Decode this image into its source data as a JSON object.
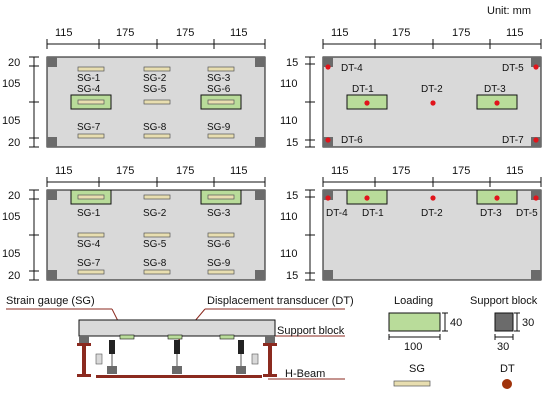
{
  "unit_label": "Unit: mm",
  "top_dims": [
    "115",
    "175",
    "175",
    "115"
  ],
  "left_dims_a": [
    "20",
    "105",
    "105",
    "20"
  ],
  "left_dims_b": [
    "15",
    "110",
    "110",
    "15"
  ],
  "sg_labels": [
    "SG-1",
    "SG-2",
    "SG-3",
    "SG-4",
    "SG-5",
    "SG-6",
    "SG-7",
    "SG-8",
    "SG-9"
  ],
  "dt_labels": [
    "DT-1",
    "DT-2",
    "DT-3",
    "DT-4",
    "DT-5",
    "DT-6",
    "DT-7"
  ],
  "legend": {
    "strain_gauge": "Strain gauge (SG)",
    "displacement_transducer": "Displacement transducer (DT)",
    "support_block": "Support block",
    "h_beam": "H-Beam",
    "loading": "Loading",
    "support_block_title": "Support block",
    "sg": "SG",
    "dt": "DT",
    "loading_h": "40",
    "loading_w": "100",
    "support_h": "30",
    "support_w": "30"
  },
  "colors": {
    "slab": "#d9d9d9",
    "support": "#6b6b6b",
    "loading": "#b9dc9a",
    "gauge": "#e8deb0",
    "dt_dot": "#e1141b",
    "h_beam": "#8b2a1f"
  }
}
